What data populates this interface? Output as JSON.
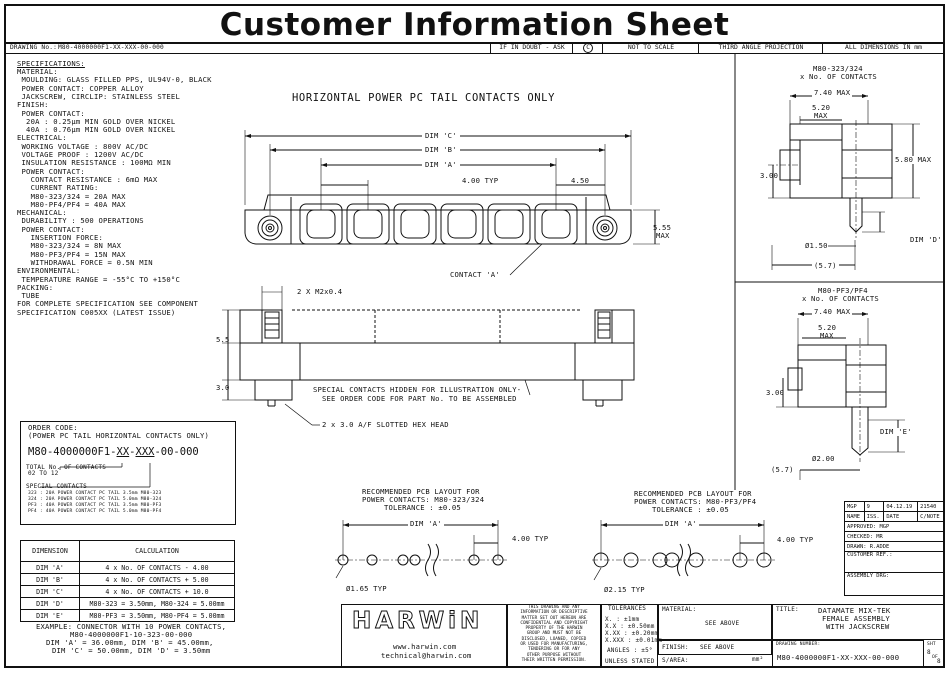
{
  "title": "Customer Information Sheet",
  "header": {
    "drawing_no_label": "DRAWING No.:",
    "drawing_no": "M80-4000000F1-XX-XXX-00-000",
    "if_in_doubt": "IF IN DOUBT - ASK",
    "copyright_symbol": "C",
    "not_to_scale": "NOT TO SCALE",
    "projection": "THIRD ANGLE PROJECTION",
    "dims_in": "ALL DIMENSIONS IN mm"
  },
  "specifications": {
    "heading": "SPECIFICATIONS:",
    "lines": [
      "MATERIAL:",
      " MOULDING: GLASS FILLED PPS, UL94V-0, BLACK",
      " POWER CONTACT: COPPER ALLOY",
      " JACKSCREW, CIRCLIP: STAINLESS STEEL",
      "FINISH:",
      " POWER CONTACT:",
      "  20A : 0.25μm MIN GOLD OVER NICKEL",
      "  40A : 0.76μm MIN GOLD OVER NICKEL",
      "ELECTRICAL:",
      " WORKING VOLTAGE : 800V AC/DC",
      " VOLTAGE PROOF : 1200V AC/DC",
      " INSULATION RESISTANCE : 100MΩ MIN",
      " POWER CONTACT:",
      "   CONTACT RESISTANCE : 6mΩ MAX",
      "   CURRENT RATING:",
      "   M80-323/324 = 20A MAX",
      "   M80-PF4/PF4 = 40A MAX",
      "MECHANICAL:",
      " DURABILITY : 500 OPERATIONS",
      " POWER CONTACT:",
      "   INSERTION FORCE:",
      "   M80-323/324 = 8N MAX",
      "   M80-PF3/PF4 = 15N MAX",
      "   WITHDRAWAL FORCE = 0.5N MIN",
      "ENVIRONMENTAL:",
      " TEMPERATURE RANGE = -55°C TO +150°C",
      "PACKING:",
      " TUBE",
      "FOR COMPLETE SPECIFICATION SEE COMPONENT",
      "SPECIFICATION C005XX (LATEST ISSUE)"
    ]
  },
  "main_view": {
    "heading": "HORIZONTAL POWER PC TAIL CONTACTS ONLY",
    "dim_c": "DIM 'C'",
    "dim_b": "DIM 'B'",
    "dim_a": "DIM 'A'",
    "typ_400": "4.00 TYP",
    "dim_450": "4.50",
    "dim_555": "5.55",
    "max": "MAX",
    "contact_a": "CONTACT 'A'",
    "m2": "2 X M2x0.4",
    "dim_55": "5.5",
    "dim_30": "3.0",
    "hidden_note_1": "SPECIAL CONTACTS HIDDEN FOR ILLUSTRATION ONLY-",
    "hidden_note_2": "SEE ORDER CODE FOR PART No. TO BE ASSEMBLED",
    "hex_head": "2 x 3.0 A/F SLOTTED HEX HEAD"
  },
  "side_view_1": {
    "part": "M80-323/324",
    "contacts": "x No. OF CONTACTS",
    "w740": "7.40 MAX",
    "w520": "5.20",
    "max": "MAX",
    "h580": "5.80 MAX",
    "h300": "3.00",
    "dia": "Ø1.50",
    "dim_d": "DIM 'D'",
    "w57": "(5.7)"
  },
  "side_view_2": {
    "part": "M80-PF3/PF4",
    "contacts": "x No. OF CONTACTS",
    "w740": "7.40 MAX",
    "w520": "5.20",
    "max": "MAX",
    "h300": "3.00",
    "dim_e": "DIM 'E'",
    "dia": "Ø2.00",
    "w57": "(5.7)"
  },
  "order_code": {
    "heading_1": "ORDER CODE:",
    "heading_2": "(POWER PC TAIL HORIZONTAL CONTACTS ONLY)",
    "code_prefix": "M80-4000000F1-",
    "code_xx": "XX",
    "code_dash": "-",
    "code_xxx": "XXX",
    "code_suffix": "-00-000",
    "total_label": "TOTAL No. OF CONTACTS",
    "total_range": "02 TO 12",
    "special_label": "SPECIAL CONTACTS",
    "special_lines": [
      "323 : 20A POWER CONTACT PC TAIL 3.5mm M80-323",
      "324 : 20A POWER CONTACT PC TAIL 5.0mm M80-324",
      "PF3 : 40A POWER CONTACT PC TAIL 3.5mm M80-PF3",
      "PF4 : 40A POWER CONTACT PC TAIL 5.0mm M80-PF4"
    ]
  },
  "dimension_table": {
    "headers": [
      "DIMENSION",
      "CALCULATION"
    ],
    "rows": [
      [
        "DIM 'A'",
        "4 x No. OF CONTACTS - 4.00"
      ],
      [
        "DIM 'B'",
        "4 x No. OF CONTACTS + 5.00"
      ],
      [
        "DIM 'C'",
        "4 x No. OF CONTACTS + 10.0"
      ],
      [
        "DIM 'D'",
        "M80-323 = 3.50mm, M80-324 = 5.00mm"
      ],
      [
        "DIM 'E'",
        "M80-PF3 = 3.50mm, M80-PF4 = 5.00mm"
      ]
    ],
    "example_1": "EXAMPLE: CONNECTOR WITH 10 POWER CONTACTS,",
    "example_2": "M80-4000000F1-10-323-00-000",
    "example_3": "DIM 'A' = 36.00mm, DIM 'B' = 45.00mm,",
    "example_4": "DIM 'C' = 50.00mm, DIM 'D' = 3.50mm"
  },
  "pcb_1": {
    "title_1": "RECOMMENDED PCB LAYOUT FOR",
    "title_2": "POWER CONTACTS: M80-323/324",
    "tolerance": "TOLERANCE : ±0.05",
    "dim_a": "DIM 'A'",
    "typ": "4.00 TYP",
    "dia": "Ø1.65 TYP"
  },
  "pcb_2": {
    "title_1": "RECOMMENDED PCB LAYOUT FOR",
    "title_2": "POWER CONTACTS: M80-PF3/PF4",
    "tolerance": "TOLERANCE : ±0.05",
    "dim_a": "DIM 'A'",
    "typ": "4.00 TYP",
    "dia": "Ø2.15 TYP"
  },
  "revision": {
    "cells": [
      "MGP",
      "9",
      "04.12.19",
      "21540"
    ],
    "headers": [
      "NAME",
      "ISS.",
      "DATE",
      "C/NOTE"
    ],
    "approved_label": "APPROVED:",
    "approved": "MGP",
    "checked_label": "CHECKED:",
    "checked": "MR",
    "drawn_label": "DRAWN:",
    "drawn": "R.ADDE",
    "customer_ref": "CUSTOMER REF.:",
    "assembly_drg": "ASSEMBLY DRG:"
  },
  "title_block": {
    "logo": "HARWiN",
    "web": "www.harwin.com",
    "email": "technical@harwin.com",
    "legal_lines": [
      "THIS DRAWING AND ANY",
      "INFORMATION OR DESCRIPTIVE",
      "MATTER SET OUT HEREON ARE",
      "CONFIDENTIAL AND COPYRIGHT",
      "PROPERTY OF THE HARWIN",
      "GROUP AND MUST NOT BE",
      "DISCLOSED, LOANED, COPIED",
      "OR USED FOR MANUFACTURING,",
      "TENDERING OR FOR ANY",
      "OTHER PURPOSE WITHOUT",
      "THEIR WRITTEN PERMISSION."
    ],
    "tolerances_label": "TOLERANCES",
    "tol_lines": [
      "X. : ±1mm",
      "X.X : ±0.50mm",
      "X.XX : ±0.20mm",
      "X.XXX : ±0.01mm"
    ],
    "angles": "ANGLES : ±5°",
    "unless": "UNLESS STATED",
    "material_label": "MATERIAL:",
    "material": "SEE ABOVE",
    "finish_label": "FINISH:",
    "finish": "SEE ABOVE",
    "sarea_label": "S/AREA:",
    "sarea_unit": "mm²",
    "title_label": "TITLE:",
    "title_lines": [
      "DATAMATE MIX-TEK",
      "FEMALE ASSEMBLY",
      "WITH JACKSCREW"
    ],
    "drawing_number_label": "DRAWING NUMBER:",
    "drawing_number": "M80-4000000F1-XX-XXX-00-000",
    "sht_label": "SHT",
    "sht": "8",
    "of": "OF",
    "sht_total": "8"
  }
}
